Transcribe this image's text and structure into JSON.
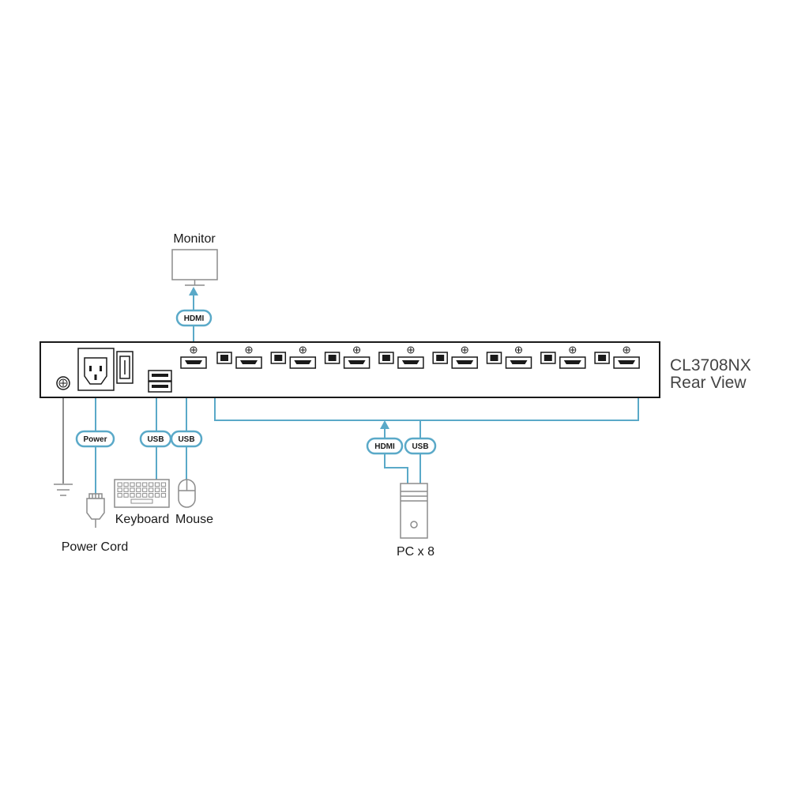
{
  "product": {
    "model": "CL3708NX",
    "view": "Rear View"
  },
  "devices": {
    "monitor": "Monitor",
    "keyboard": "Keyboard",
    "mouse": "Mouse",
    "power_cord": "Power Cord",
    "pc": "PC x 8"
  },
  "cables": {
    "monitor_link": "HDMI",
    "power_link": "Power",
    "keyboard_link": "USB",
    "mouse_link": "USB",
    "pc_video_link": "HDMI",
    "pc_usb_link": "USB"
  },
  "colors": {
    "cable": "#5aa9c8",
    "outline": "#1a1a1a",
    "device_gray": "#8c8c8c"
  }
}
